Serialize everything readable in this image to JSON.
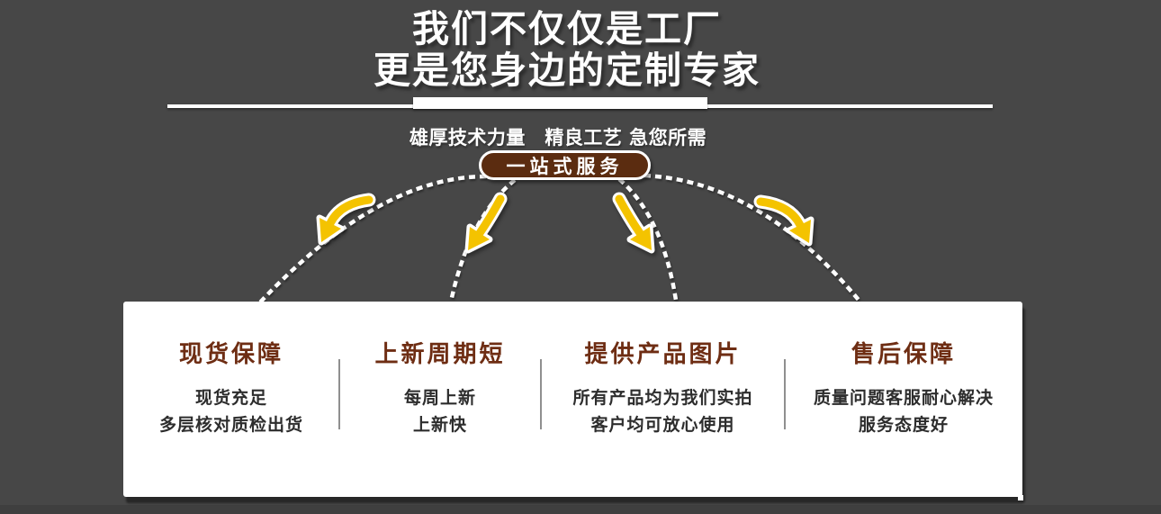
{
  "header": {
    "title_line1": "我们不仅仅是工厂",
    "title_line2": "更是您身边的定制专家",
    "subtitle": "雄厚技术力量　精良工艺 急您所需",
    "badge_label": "一站式服务"
  },
  "features": [
    {
      "title": "现货保障",
      "lines": [
        "现货充足",
        "多层核对质检出货"
      ]
    },
    {
      "title": "上新周期短",
      "lines": [
        "每周上新",
        "上新快"
      ]
    },
    {
      "title": "提供产品图片",
      "lines": [
        "所有产品均为我们实拍",
        "客户均可放心使用"
      ]
    },
    {
      "title": "售后保障",
      "lines": [
        "质量问题客服耐心解决",
        "服务态度好"
      ]
    }
  ],
  "icons": {
    "curved_arrow": "yellow curved arrow with white outline pointing from badge to card",
    "dashed_connector": "white dashed rope-like curve"
  },
  "colors": {
    "background": "#474747",
    "badge_brown": "#5b2c10",
    "heading_brown": "#6e2d13",
    "arrow_yellow": "#f4c300",
    "body_text": "#2d2d2d",
    "card_white": "#ffffff"
  }
}
